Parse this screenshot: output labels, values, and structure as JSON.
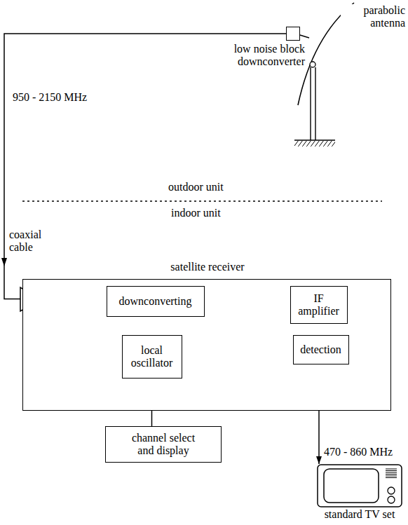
{
  "diagram": {
    "nodes": [
      {
        "text": [
          "low noise block downconverter"
        ]
      },
      {
        "text": [
          "satellite receiver"
        ]
      },
      {
        "text": [
          "downconverting"
        ],
        "in": 1
      },
      {
        "text": [
          "IF amplifier"
        ],
        "in": 1
      },
      {
        "text": [
          "local oscillator"
        ],
        "in": 1
      },
      {
        "text": [
          "detection"
        ],
        "in": 1
      },
      {
        "text": [
          "channel select and display"
        ]
      },
      {
        "text": [
          "standard TV set"
        ]
      }
    ],
    "edges": [
      {
        "from": 0,
        "to": 2,
        "arrow": "to"
      },
      {
        "from": 2,
        "to": 3,
        "arrow": "to"
      },
      {
        "from": 3,
        "to": 5,
        "arrow": "to"
      },
      {
        "from": 4,
        "to": 2,
        "arrow": "to"
      },
      {
        "from": 6,
        "to": 4,
        "arrow": "to"
      },
      {
        "from": 5,
        "to": 7,
        "label": "470 - 860 MHz",
        "arrow": "to"
      }
    ],
    "labels": [
      "parabolic antenna",
      "950 - 2150 MHz",
      "outdoor unit",
      "indoor unit",
      "coaxial cable"
    ]
  }
}
